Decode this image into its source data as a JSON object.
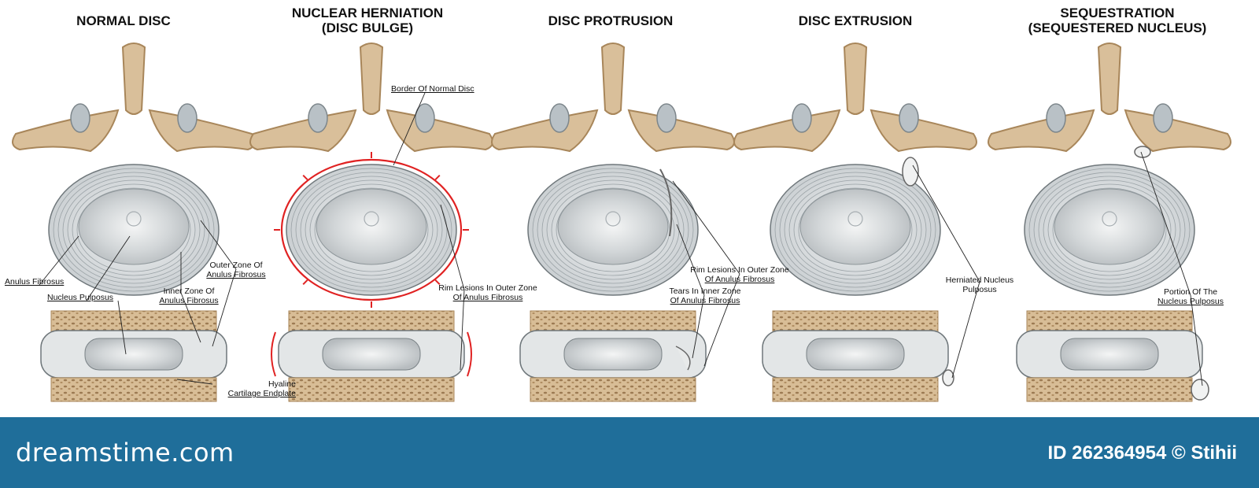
{
  "panels": [
    {
      "title_line1": "NORMAL DISC",
      "title_line2": ""
    },
    {
      "title_line1": "NUCLEAR HERNIATION",
      "title_line2": "(DISC BULGE)"
    },
    {
      "title_line1": "DISC PROTRUSION",
      "title_line2": ""
    },
    {
      "title_line1": "DISC EXTRUSION",
      "title_line2": ""
    },
    {
      "title_line1": "SEQUESTRATION",
      "title_line2": "(SEQUESTERED NUCLEUS)"
    }
  ],
  "labels": {
    "anulus_fibrosus": "Anulus Fibrosus",
    "nucleus_pulposus": "Nucleus Pulposus",
    "inner_zone_1": "Inner Zone Of",
    "inner_zone_2": "Anulus Fibrosus",
    "outer_zone_1": "Outer Zone Of",
    "outer_zone_2": "Anulus Fibrosus",
    "hyaline_1": "Hyaline",
    "hyaline_2": "Cartilage Endplate",
    "border_normal": "Border Of Normal Disc",
    "rim_lesions_1": "Rim Lesions In Outer Zone",
    "rim_lesions_2": "Of Anulus Fibrosus",
    "rim_lesions_b1": "Rim Lesions In Outer Zone",
    "rim_lesions_b2": "Of Anulus Fibrosus",
    "tears_1": "Tears In Inner Zone",
    "tears_2": "Of Anulus Fibrosus",
    "herniated_1": "Herniated Nucleus",
    "herniated_2": "Pulposus",
    "portion_1": "Portion Of The",
    "portion_2": "Nucleus Pulposus"
  },
  "colors": {
    "bone": "#d9bf9a",
    "bone_dark": "#a8865a",
    "disc": "#e3e6e7",
    "nucleus": "#c9cdcf",
    "lesion": "#e02222",
    "footer": "#1f6e9a"
  },
  "footer": {
    "brand": "dreamstime.com",
    "stock_id": "ID 262364954 © Stihii"
  }
}
